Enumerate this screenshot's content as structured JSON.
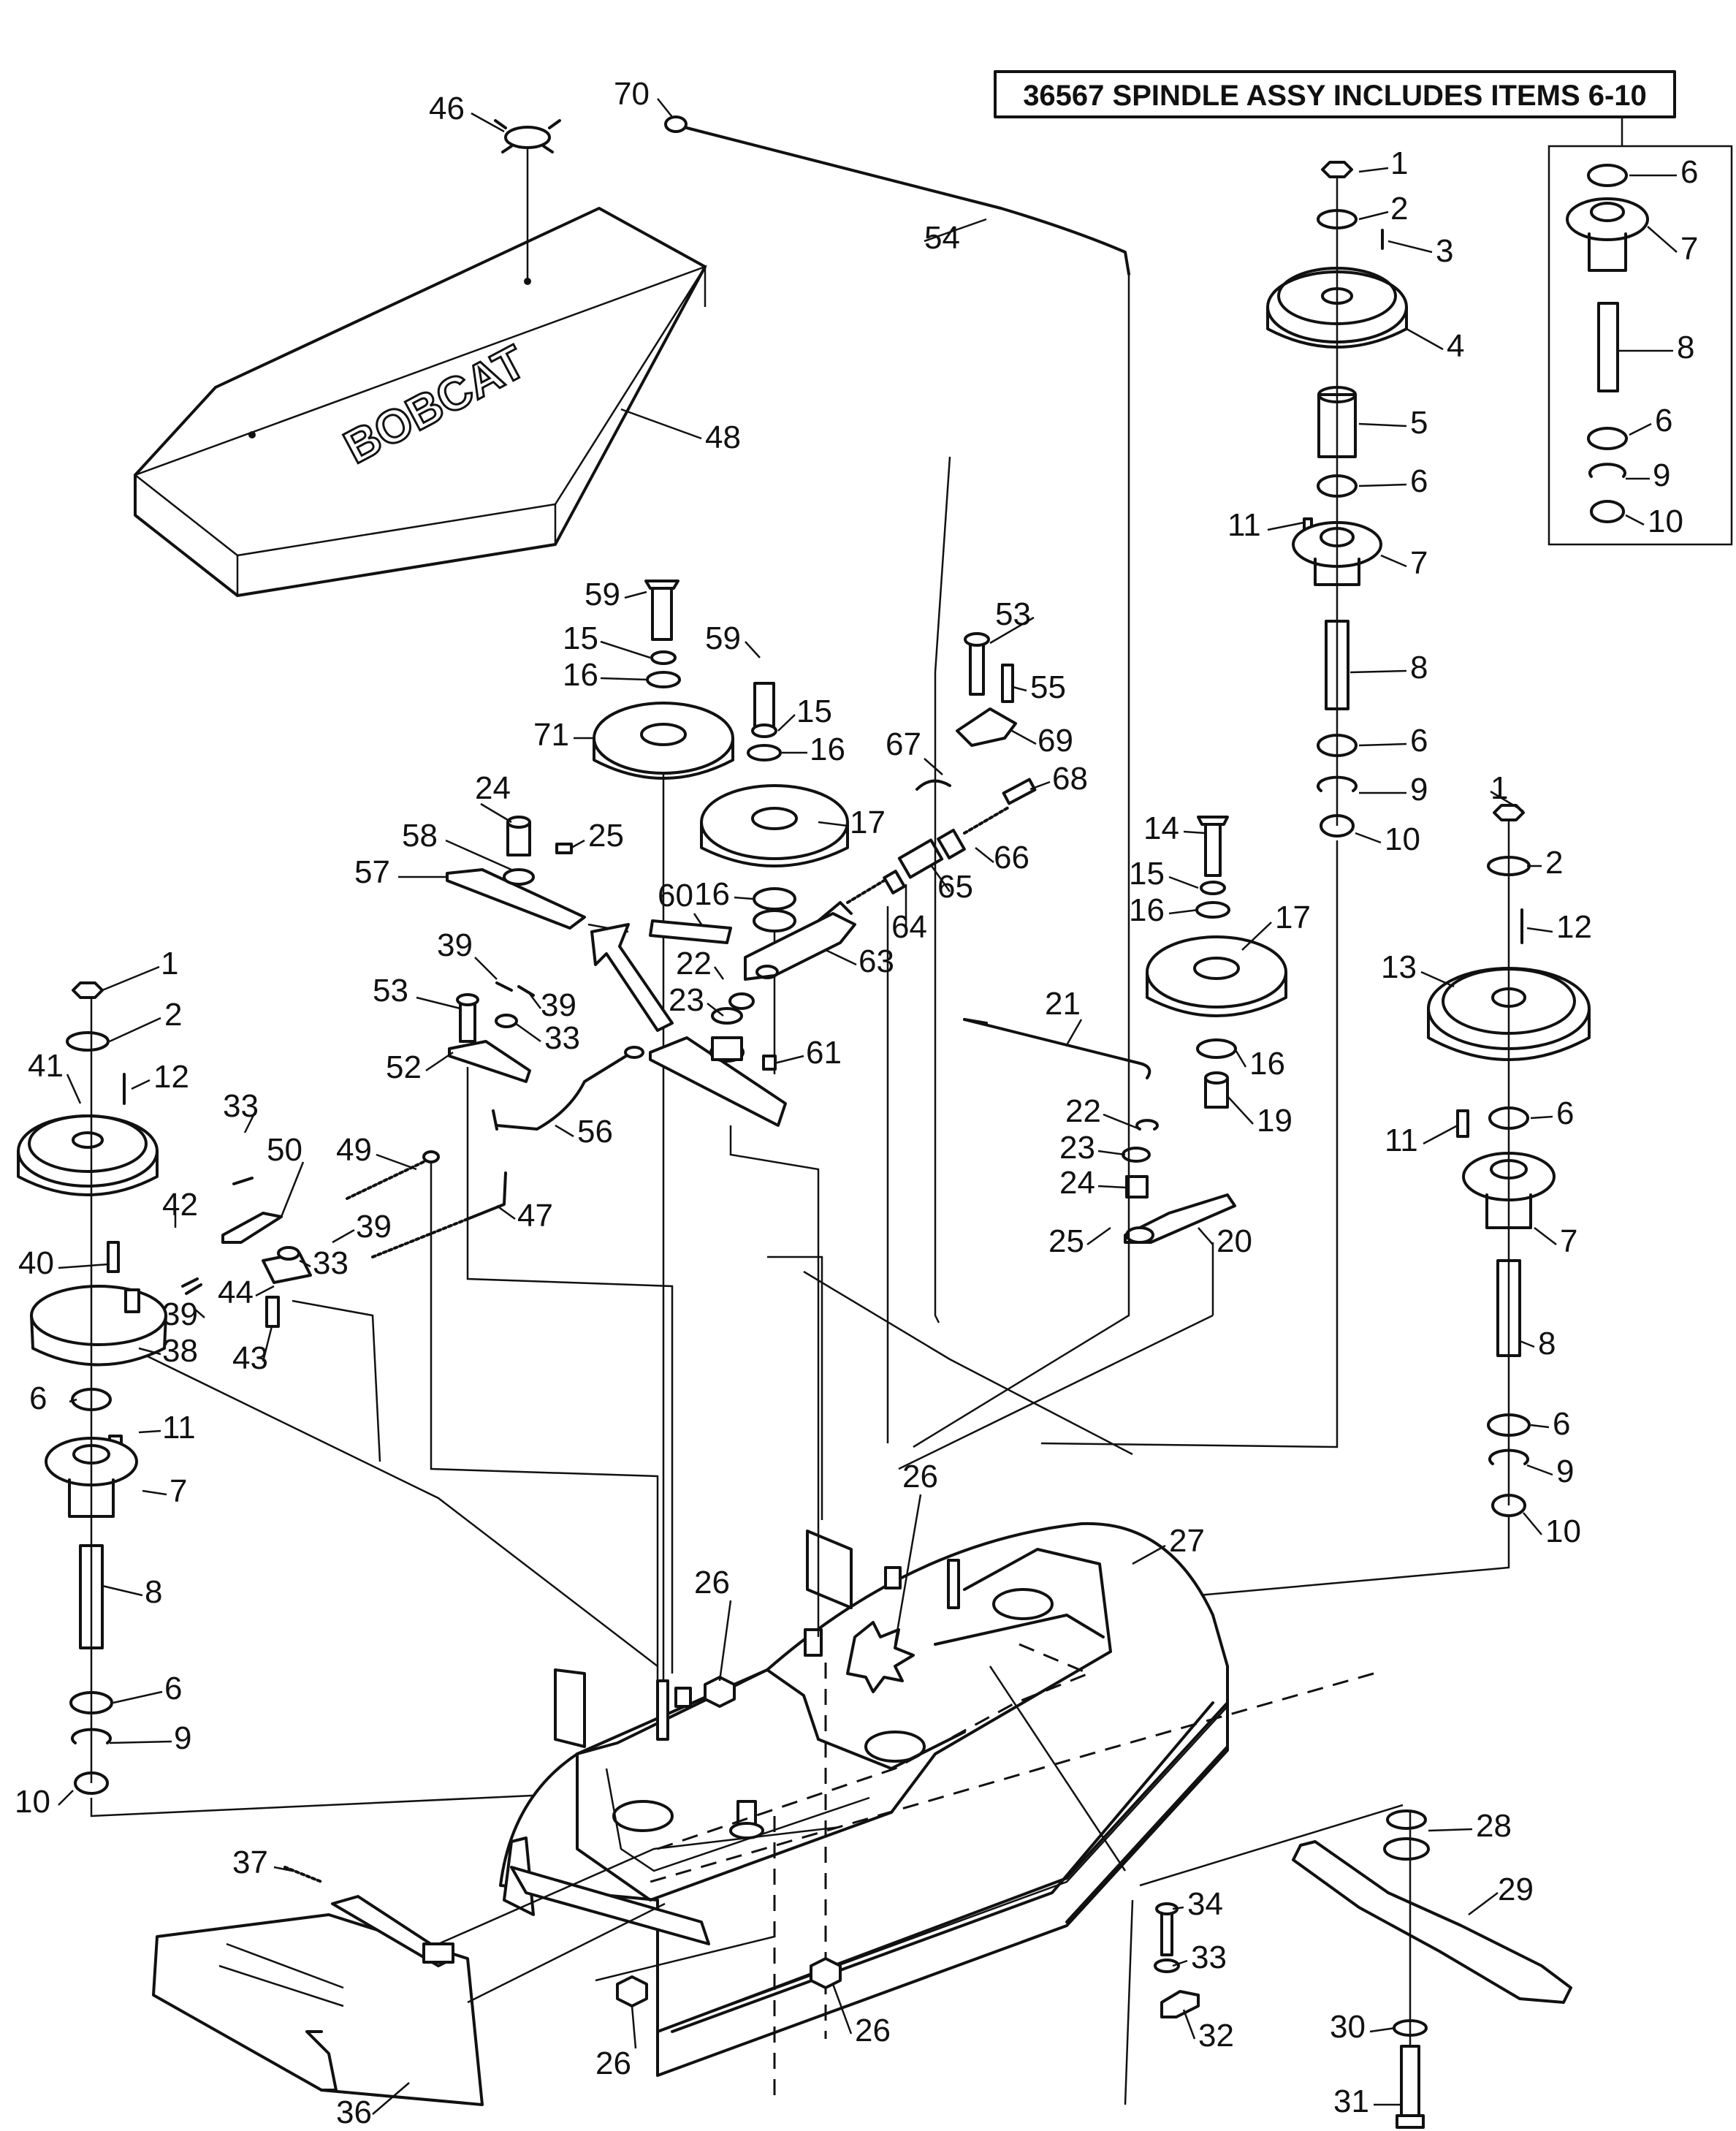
{
  "header_note": "36567 SPINDLE ASSY INCLUDES ITEMS 6-10",
  "logo_text": "BOBCAT",
  "callouts": [
    {
      "id": "c46",
      "text": "46"
    },
    {
      "id": "c70",
      "text": "70"
    },
    {
      "id": "c54",
      "text": "54"
    },
    {
      "id": "c48",
      "text": "48"
    },
    {
      "id": "r1",
      "text": "1"
    },
    {
      "id": "r2",
      "text": "2"
    },
    {
      "id": "r3",
      "text": "3"
    },
    {
      "id": "r4",
      "text": "4"
    },
    {
      "id": "r5",
      "text": "5"
    },
    {
      "id": "r6a",
      "text": "6"
    },
    {
      "id": "r11",
      "text": "11"
    },
    {
      "id": "r7",
      "text": "7"
    },
    {
      "id": "r8",
      "text": "8"
    },
    {
      "id": "r6b",
      "text": "6"
    },
    {
      "id": "r9",
      "text": "9"
    },
    {
      "id": "r10",
      "text": "10"
    },
    {
      "id": "b6a",
      "text": "6"
    },
    {
      "id": "b7",
      "text": "7"
    },
    {
      "id": "b8",
      "text": "8"
    },
    {
      "id": "b6b",
      "text": "6"
    },
    {
      "id": "b9",
      "text": "9"
    },
    {
      "id": "b10",
      "text": "10"
    },
    {
      "id": "c59a",
      "text": "59"
    },
    {
      "id": "c15a",
      "text": "15"
    },
    {
      "id": "c16a",
      "text": "16"
    },
    {
      "id": "c71",
      "text": "71"
    },
    {
      "id": "c59b",
      "text": "59"
    },
    {
      "id": "c15b",
      "text": "15"
    },
    {
      "id": "c16b",
      "text": "16"
    },
    {
      "id": "c17a",
      "text": "17"
    },
    {
      "id": "c16c",
      "text": "16"
    },
    {
      "id": "c53a",
      "text": "53"
    },
    {
      "id": "c55",
      "text": "55"
    },
    {
      "id": "c69",
      "text": "69"
    },
    {
      "id": "c67",
      "text": "67"
    },
    {
      "id": "c68",
      "text": "68"
    },
    {
      "id": "c66",
      "text": "66"
    },
    {
      "id": "c65",
      "text": "65"
    },
    {
      "id": "c64",
      "text": "64"
    },
    {
      "id": "c63",
      "text": "63"
    },
    {
      "id": "c24a",
      "text": "24"
    },
    {
      "id": "c58",
      "text": "58"
    },
    {
      "id": "c25a",
      "text": "25"
    },
    {
      "id": "c57",
      "text": "57"
    },
    {
      "id": "c60",
      "text": "60"
    },
    {
      "id": "c22a",
      "text": "22"
    },
    {
      "id": "c23a",
      "text": "23"
    },
    {
      "id": "c61",
      "text": "61"
    },
    {
      "id": "c39a",
      "text": "39"
    },
    {
      "id": "c39b",
      "text": "39"
    },
    {
      "id": "c53b",
      "text": "53"
    },
    {
      "id": "c33a",
      "text": "33"
    },
    {
      "id": "c52",
      "text": "52"
    },
    {
      "id": "c56",
      "text": "56"
    },
    {
      "id": "c14",
      "text": "14"
    },
    {
      "id": "c15c",
      "text": "15"
    },
    {
      "id": "c16d",
      "text": "16"
    },
    {
      "id": "c17b",
      "text": "17"
    },
    {
      "id": "c16e",
      "text": "16"
    },
    {
      "id": "c19",
      "text": "19"
    },
    {
      "id": "c21",
      "text": "21"
    },
    {
      "id": "c22b",
      "text": "22"
    },
    {
      "id": "c23b",
      "text": "23"
    },
    {
      "id": "c24b",
      "text": "24"
    },
    {
      "id": "c25b",
      "text": "25"
    },
    {
      "id": "c20",
      "text": "20"
    },
    {
      "id": "g1",
      "text": "1"
    },
    {
      "id": "g2",
      "text": "2"
    },
    {
      "id": "g12",
      "text": "12"
    },
    {
      "id": "g13",
      "text": "13"
    },
    {
      "id": "g11",
      "text": "11"
    },
    {
      "id": "g6a",
      "text": "6"
    },
    {
      "id": "g7",
      "text": "7"
    },
    {
      "id": "g8",
      "text": "8"
    },
    {
      "id": "g6b",
      "text": "6"
    },
    {
      "id": "g9",
      "text": "9"
    },
    {
      "id": "g10",
      "text": "10"
    },
    {
      "id": "l1",
      "text": "1"
    },
    {
      "id": "l2",
      "text": "2"
    },
    {
      "id": "l41",
      "text": "41"
    },
    {
      "id": "l12",
      "text": "12"
    },
    {
      "id": "l33",
      "text": "33"
    },
    {
      "id": "l50",
      "text": "50"
    },
    {
      "id": "l49",
      "text": "49"
    },
    {
      "id": "l47",
      "text": "47"
    },
    {
      "id": "l42",
      "text": "42"
    },
    {
      "id": "l40",
      "text": "40"
    },
    {
      "id": "l39a",
      "text": "39"
    },
    {
      "id": "l33b",
      "text": "33"
    },
    {
      "id": "l44",
      "text": "44"
    },
    {
      "id": "l39b",
      "text": "39"
    },
    {
      "id": "l38",
      "text": "38"
    },
    {
      "id": "l43",
      "text": "43"
    },
    {
      "id": "l6a",
      "text": "6"
    },
    {
      "id": "l11",
      "text": "11"
    },
    {
      "id": "l7",
      "text": "7"
    },
    {
      "id": "l8",
      "text": "8"
    },
    {
      "id": "l6b",
      "text": "6"
    },
    {
      "id": "l9",
      "text": "9"
    },
    {
      "id": "l10",
      "text": "10"
    },
    {
      "id": "d26a",
      "text": "26"
    },
    {
      "id": "d27",
      "text": "27"
    },
    {
      "id": "d26b",
      "text": "26"
    },
    {
      "id": "d28",
      "text": "28"
    },
    {
      "id": "d29",
      "text": "29"
    },
    {
      "id": "d37",
      "text": "37"
    },
    {
      "id": "d34",
      "text": "34"
    },
    {
      "id": "d33",
      "text": "33"
    },
    {
      "id": "d30",
      "text": "30"
    },
    {
      "id": "d32",
      "text": "32"
    },
    {
      "id": "d26c",
      "text": "26"
    },
    {
      "id": "d26d",
      "text": "26"
    },
    {
      "id": "d31",
      "text": "31"
    },
    {
      "id": "d36",
      "text": "36"
    }
  ]
}
